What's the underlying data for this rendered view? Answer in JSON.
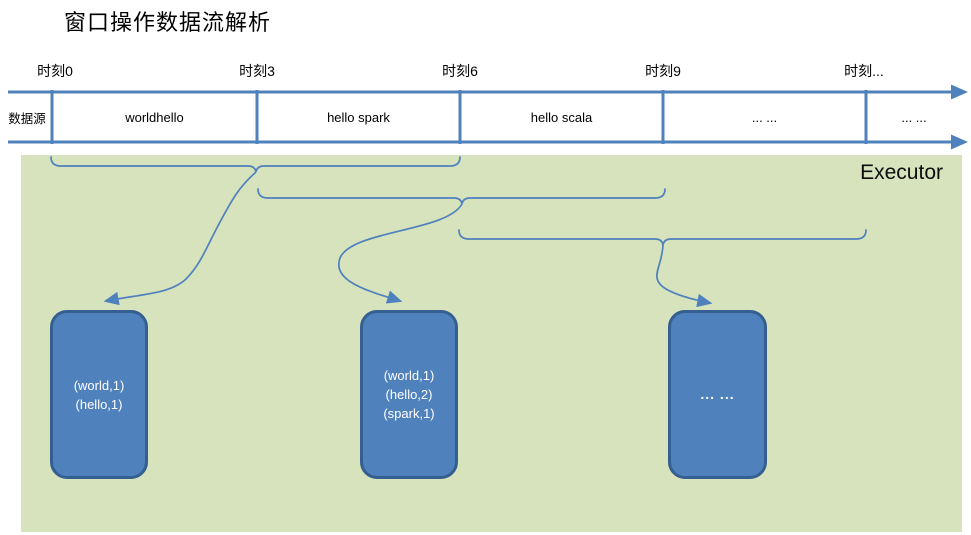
{
  "title": "窗口操作数据流解析",
  "timeline": {
    "labels": [
      "时刻0",
      "时刻3",
      "时刻6",
      "时刻9",
      "时刻..."
    ]
  },
  "stream": {
    "source_label": "数据源",
    "cells": [
      "worldhello",
      "hello spark",
      "hello scala",
      "... ...",
      "... ..."
    ]
  },
  "executor": {
    "label": "Executor",
    "boxes": [
      {
        "lines": [
          "(world,1)",
          "(hello,1)"
        ]
      },
      {
        "lines": [
          "(world,1)",
          "(hello,2)",
          "(spark,1)"
        ]
      },
      {
        "lines": [
          "... ..."
        ]
      }
    ]
  },
  "colors": {
    "accent_blue": "#4f81bd",
    "box_border": "#365f91",
    "panel_green": "#d6e3bd"
  }
}
